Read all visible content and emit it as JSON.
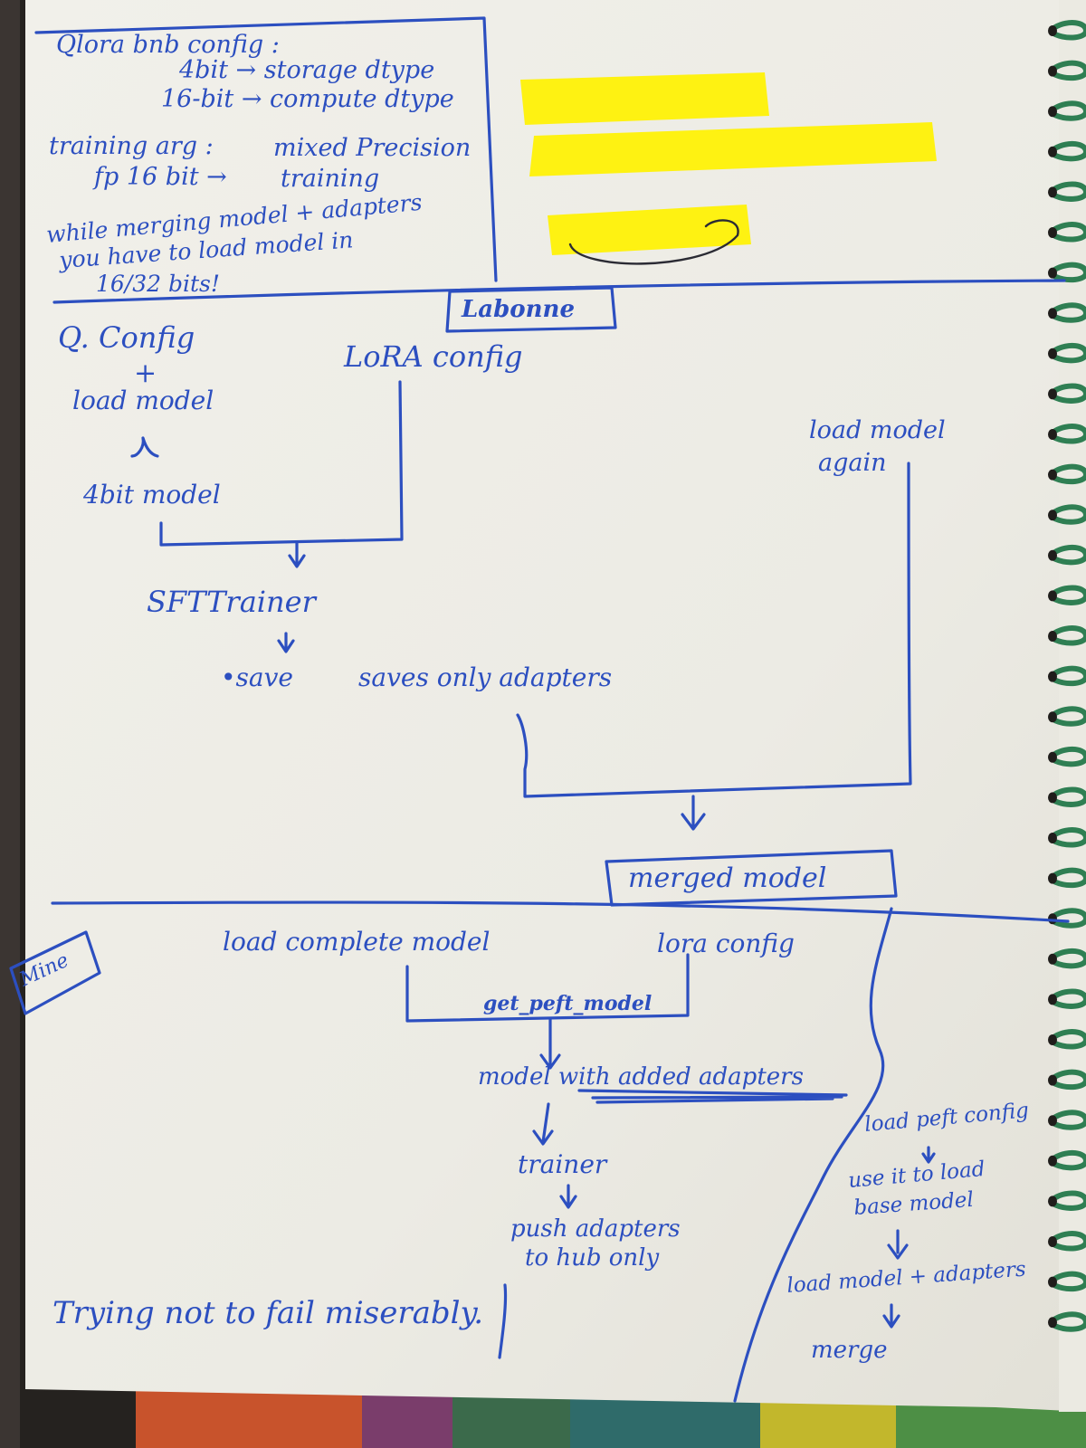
{
  "notes": {
    "qlora_title": "Qlora bnb config :",
    "storage_line": "4bit → storage dtype",
    "compute_line": "16-bit → compute dtype",
    "training_title": "training arg :",
    "fp16_line": "fp 16 bit →",
    "mixed_precision": "mixed Precision",
    "training_word": "training",
    "merge_line1": "while merging model + adapters",
    "merge_line2": "you have to load model in",
    "merge_line3": "16/32 bits!"
  },
  "labonne": {
    "tag": "Labonne",
    "q_config": "Q. Config",
    "plus": "+",
    "load_model": "load model",
    "four_bit_model": "4bit model",
    "lora_config": "LoRA config",
    "sft_trainer": "SFTTrainer",
    "save": "•save",
    "saves_only_adapters": "saves only adapters",
    "load_model_again_1": "load model",
    "load_model_again_2": "again",
    "merged_model": "merged model"
  },
  "mine": {
    "tag": "Mine",
    "load_complete_model": "load complete model",
    "lora_config": "lora config",
    "get_peft_model": "get_peft_model",
    "model_with_added_adapters": "model with added adapters",
    "trainer": "trainer",
    "push_adapters_1": "push adapters",
    "push_adapters_2": "to hub only",
    "load_peft_config": "load peft config",
    "use_it_1": "use it to load",
    "use_it_2": "base model",
    "load_model_adapters": "load model + adapters",
    "merge": "merge"
  },
  "footer": {
    "trying": "Trying not to fail miserably."
  },
  "colors": {
    "ink": "#2c4fc0",
    "paper": "#eeede6",
    "highlighter": "#fff200"
  }
}
